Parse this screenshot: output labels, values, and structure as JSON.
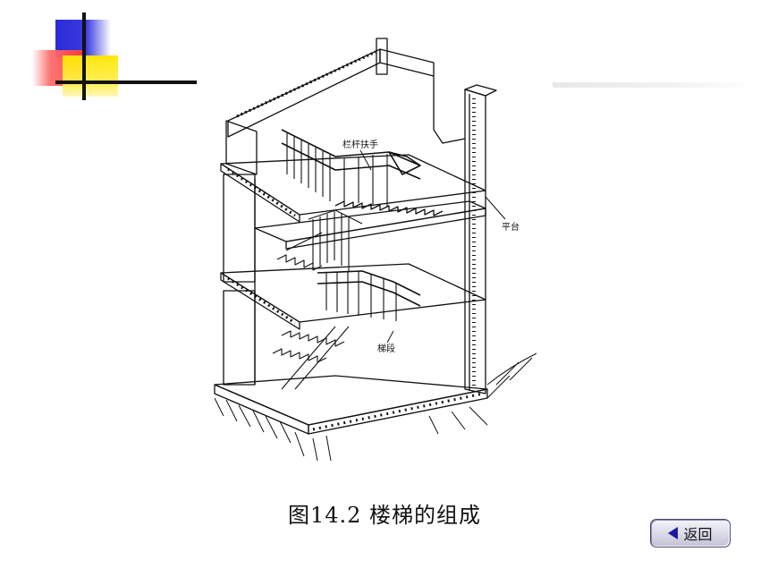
{
  "figure": {
    "labels": {
      "railing": "栏杆扶手",
      "landing": "平台",
      "flight": "梯段"
    },
    "caption": "图14.2  楼梯的组成"
  },
  "nav": {
    "back_label": "返回",
    "back_icon": "left-triangle-icon"
  },
  "colors": {
    "logo_blue": "#2b2bd6",
    "logo_red": "#ff3c3c",
    "logo_yellow": "#ffe600",
    "button_arrow": "#1a1aa0"
  }
}
